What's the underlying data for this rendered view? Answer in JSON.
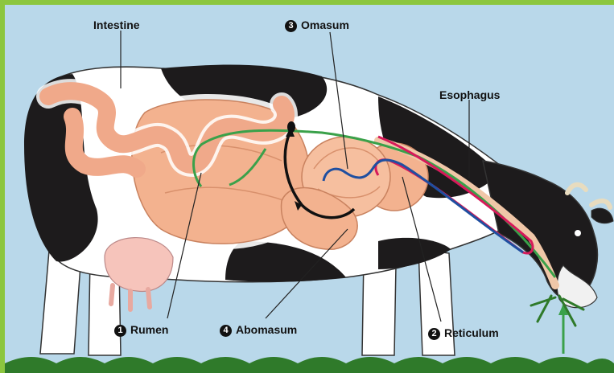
{
  "labels": {
    "intestine": "Intestine",
    "omasum": "Omasum",
    "omasum_num": "3",
    "esophagus": "Esophagus",
    "rumen": "Rumen",
    "rumen_num": "1",
    "abomasum": "Abomasum",
    "abomasum_num": "4",
    "reticulum": "Reticulum",
    "reticulum_num": "2"
  },
  "colors": {
    "border": "#8cc63f",
    "sky": "#b9d8ea",
    "grass": "#2f7a2a",
    "cow_white": "#ffffff",
    "cow_black": "#1d1b1c",
    "stomach": "#f3b28f",
    "intestine": "#f0a98a",
    "food_path_green": "#3aa14a",
    "cud_path_red": "#d61a5a",
    "cud_path_blue": "#1f4fa0",
    "abomasum_path_black": "#111111"
  }
}
